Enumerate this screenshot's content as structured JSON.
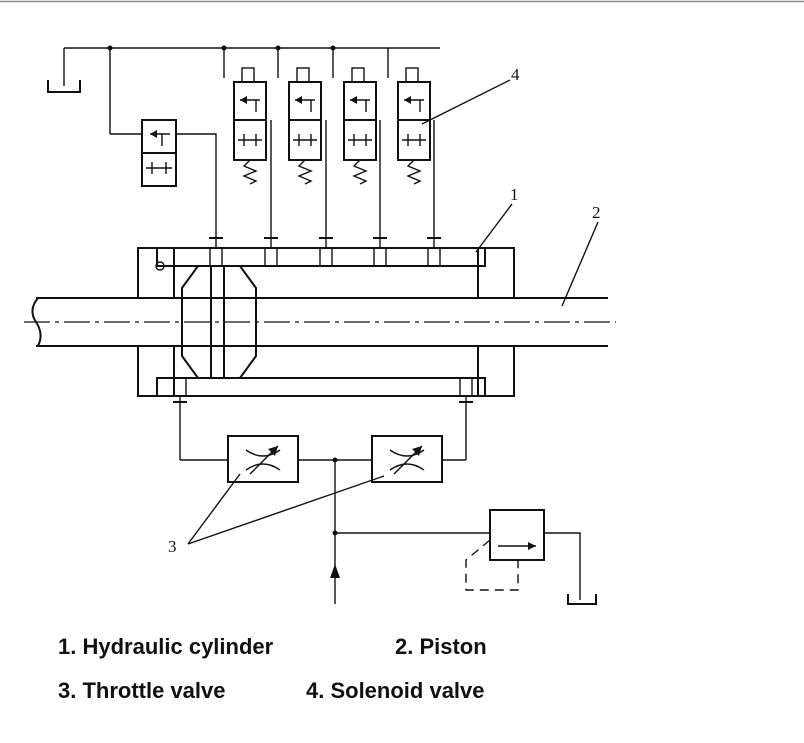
{
  "diagram": {
    "callouts": [
      "1",
      "2",
      "3",
      "4"
    ],
    "legend": [
      "1. Hydraulic cylinder",
      "2. Piston",
      "3. Throttle valve",
      "4. Solenoid valve"
    ]
  }
}
